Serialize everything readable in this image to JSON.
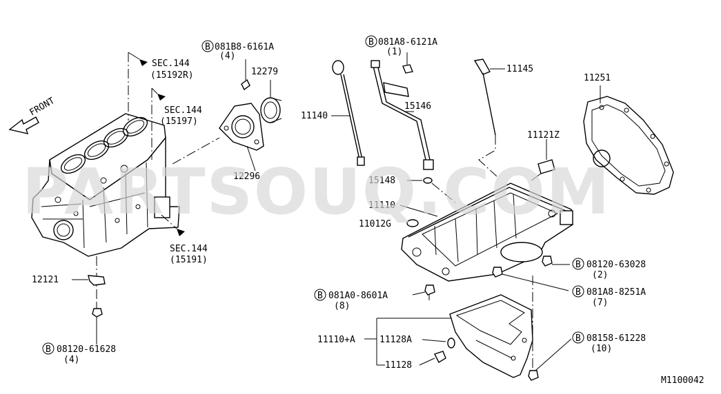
{
  "watermark": "PARTSOUQ.COM",
  "diagram_id": "M1100042",
  "front_label": "FRONT",
  "bolt_symbol": "B",
  "labels": {
    "sec_15192r_a": "SEC.144",
    "sec_15192r_b": "(15192R)",
    "sec_15197_a": "SEC.144",
    "sec_15197_b": "(15197)",
    "sec_15191_a": "SEC.144",
    "sec_15191_b": "(15191)",
    "b_081b8_6161a": "081B8-6161A",
    "b_081b8_6161a_qty": "(4)",
    "p_12279": "12279",
    "p_12296": "12296",
    "p_12121": "12121",
    "b_08120_61628": "08120-61628",
    "b_08120_61628_qty": "(4)",
    "b_081a8_6121a": "081A8-6121A",
    "b_081a8_6121a_qty": "(1)",
    "p_11145": "11145",
    "p_11140": "11140",
    "p_15146": "15146",
    "p_11121z": "11121Z",
    "p_11251": "11251",
    "p_15148": "15148",
    "p_11110": "11110",
    "p_11012g": "11012G",
    "b_08120_63028": "08120-63028",
    "b_08120_63028_qty": "(2)",
    "b_081a0_8601a": "081A0-8601A",
    "b_081a0_8601a_qty": "(8)",
    "b_081a8_8251a": "081A8-8251A",
    "b_081a8_8251a_qty": "(7)",
    "p_11110a": "11110+A",
    "p_11128a": "11128A",
    "p_11128": "11128",
    "b_08158_61228": "08158-61228",
    "b_08158_61228_qty": "(10)"
  }
}
